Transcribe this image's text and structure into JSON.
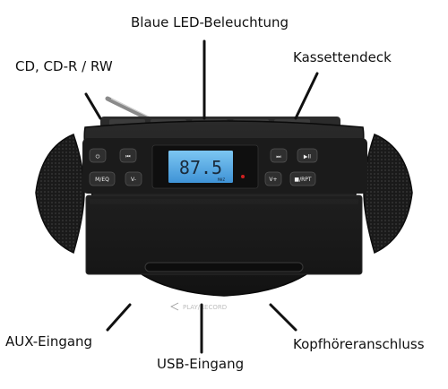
{
  "callouts": {
    "led": "Blaue LED-Beleuchtung",
    "cd": "CD, CD-R / RW",
    "kassette": "Kassettendeck",
    "aux": "AUX-Eingang",
    "usb": "USB-Eingang",
    "kopfhoerer": "Kopfhöreranschluss"
  },
  "buttons": {
    "power": "⏻",
    "prev": "⏮",
    "mode_eq": "M/EQ",
    "vol_down": "V-",
    "next": "⏭",
    "play_pause": "▶II",
    "vol_up": "V+",
    "stop_rpt": "■/RPT"
  },
  "display": {
    "frequency": "87.5",
    "unit": "MHZ"
  },
  "deck": {
    "play_record": "PLAY/RECORD"
  },
  "colors": {
    "body": "#1c1c1c",
    "lcd": "#5aaee8",
    "accent_led": "#d02020"
  }
}
